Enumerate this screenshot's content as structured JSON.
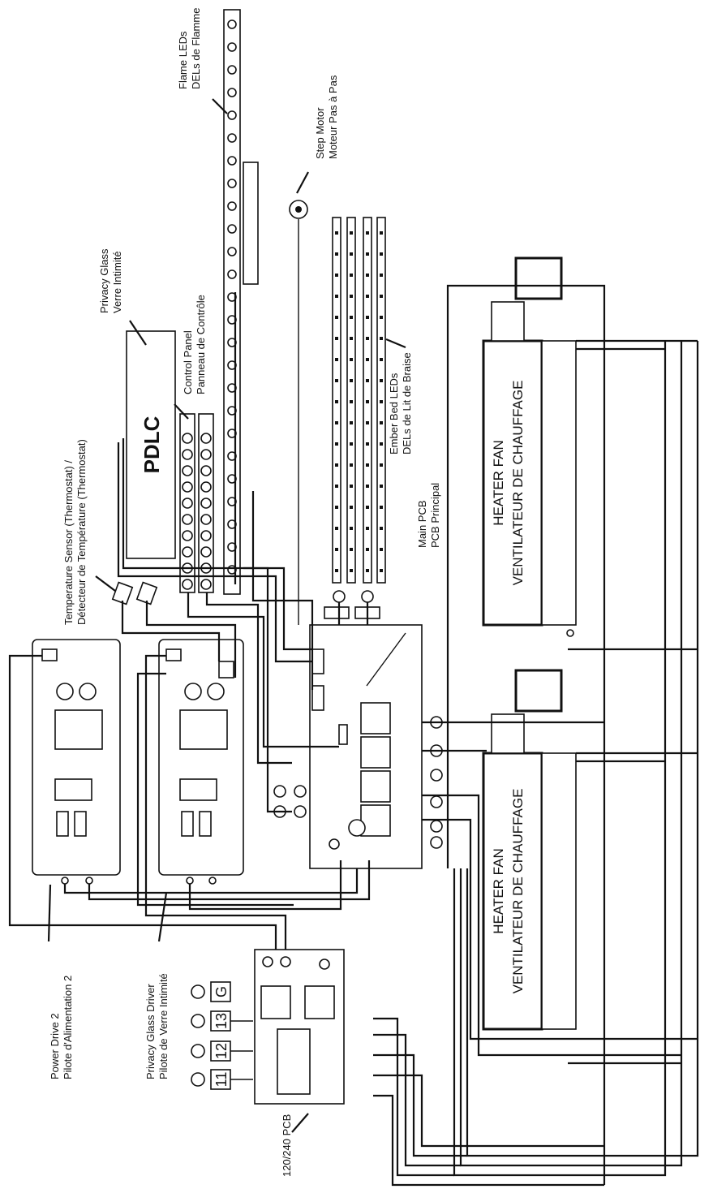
{
  "labels": {
    "flame_leds": [
      "Flame LEDs",
      "DELs de Flamme"
    ],
    "step_motor": [
      "Step Motor",
      "Moteur Pas à Pas"
    ],
    "privacy_glass": [
      "Privacy Glass",
      "Verre Intimité"
    ],
    "control_panel": [
      "Control Panel",
      "Panneau de Contrôle"
    ],
    "temp_sensor": [
      "Temperature Sensor (Thermostat) /",
      "Détecteur de Température (Thermostat)"
    ],
    "ember_bed": [
      "Ember Bed LEDs",
      "DELs de Lit de Braise"
    ],
    "main_pcb": [
      "Main PCB",
      "PCB Principal"
    ],
    "heater_fan": [
      "HEATER FAN",
      "VENTILATEUR DE CHAUFFAGE"
    ],
    "pdlc": "PDLC",
    "power_drive": [
      "Power Drive 2",
      "Pilote d'Alimentation 2"
    ],
    "privacy_driver": [
      "Privacy Glass Driver",
      "Pilote de Verre Intimité"
    ],
    "pcb_120_240": "120/240 PCB"
  },
  "terminals": [
    "11",
    "12",
    "13",
    "G"
  ]
}
